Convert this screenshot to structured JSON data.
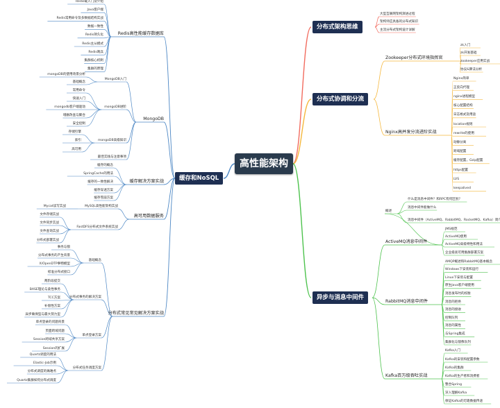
{
  "root": "高性能架构",
  "colors": {
    "arch": "#f26b5e",
    "dist": "#f5b73c",
    "async": "#4cc24c",
    "cache": "#4b86c4",
    "node_bg": "#1e2f52"
  },
  "branches": {
    "arch": {
      "label": "分布式架构思维",
      "items": [
        "大型互联网架构演进过程",
        "架构师应具备的分布式知识",
        "主流分布式架构设计详解"
      ]
    },
    "dist": {
      "label": "分布式协调和分流",
      "zk": {
        "label": "Zookeeper分布式环境指挥官",
        "items": [
          "zk入门",
          "zk开发基础",
          "zookeeper应用实战",
          "协议&算法分析"
        ]
      },
      "nginx": {
        "label": "Nginx高并发分流进阶实战",
        "items": [
          "Nginx简单",
          "正反向代理",
          "nginx进程模型",
          "核心配置结构",
          "日志格式及用途",
          "location规则",
          "rewrite的使用",
          "动静分离",
          "跨域配置",
          "缓存配置，Gzip配置",
          "https配置",
          "LVS",
          "keepalived"
        ]
      }
    },
    "async": {
      "label": "异步与消息中间件",
      "activemq": {
        "label": "ActiveMQ消息中间件",
        "overview": "概述",
        "overview_items": [
          "什么是消息中间件？和RPC有何区别？",
          "消息中间件能做什么",
          "消息中间件（ActiveMQ、RabbitMQ、RocketMQ、Kafka）简介及对比"
        ],
        "items": [
          "JMS规范",
          "ActiveMQ使用",
          "ActiveMQ高级特性和用法",
          "企业级高可用集群部署方案"
        ]
      },
      "rabbitmq": {
        "label": "RabbitMQ消息中间件",
        "items": [
          "AMQP概述和RabbitMQ基本概念",
          "Windows下安装和运行",
          "Linux下安装与配置",
          "原生Java客户端使用",
          "消息发布时的权衡",
          "消息的拒绝",
          "消息的接收",
          "控制队列",
          "消息的属性",
          "与Spring集成",
          "集群化与镜像队列"
        ]
      },
      "kafka": {
        "label": "Kafka百万级吞吐实战",
        "items": [
          "Kafka入门",
          "Kafka的安装和配置参数",
          "Kafka的集群",
          "Kafka的生产者和消费者",
          "整合Spring",
          "深入理解Kafka",
          "保证Kafka的可靠数据传递"
        ]
      }
    },
    "cache": {
      "label": "缓存和NoSQL",
      "redis": {
        "label": "Redis高性能缓存数据库",
        "items": [
          "Redis载入门及介绍",
          "Java客户端",
          "Redis常用命令及多数据结构实战",
          "数据一致性",
          "Redis持久化",
          "Redis主从模式",
          "Redis哨兵",
          "集群核心机制",
          "集群的原理"
        ]
      },
      "mongo": {
        "label": "MongoDB",
        "intro": "MongoDB入门",
        "intro_items": [
          "mongoDB的使用场景分析",
          "基础概念"
        ],
        "advanced": "mongoDB进阶",
        "advanced_items": [
          "常用命令",
          "快速入门",
          "mongodb客户端驱动",
          "增删改查与聚合",
          "安全控制"
        ],
        "high": "mongoDB高级知识",
        "high_items": [
          "存储引擎",
          "索引",
          "高可用"
        ],
        "best": "最佳实践与注意事项"
      },
      "cache_sol": {
        "label": "缓存解决方案实战",
        "items": [
          "缓存的概念",
          "SpringCache的用法",
          "缓存的一致性解决",
          "缓存穿透方案",
          "缓存雪崩方案"
        ]
      },
      "ha": {
        "label": "高可用数据服务",
        "mysql": "MySQL高性能架构实战",
        "mysql_items": [
          "Mycat读写实战"
        ],
        "fastdfs": "FastDFS分布式文件系统实战",
        "fastdfs_items": [
          "文件存储实战",
          "文件同步实战",
          "文件查询实战",
          "分布式部署实战"
        ]
      },
      "dsol": {
        "label": "分布式常见常见解决方案实战",
        "basic": "基础概念",
        "basic_items": [
          "事务与锁",
          "分布式事务的产生背景",
          "X/OpenDTP事物模型",
          "标准分布式接口"
        ],
        "tx": "分布式事务的解决方案",
        "tx_items": [
          "两阶段提交",
          "BASE理论与柔性事务",
          "TCC方案",
          "补偿性方案",
          "异步确保型与最大努力型"
        ],
        "sso": "单点登录方案",
        "sso_items": [
          "单点登录的问题背景",
          "页面跨域问题",
          "Session跨域共享方案",
          "Session的扩展"
        ],
        "job": "分布式任务调度方案",
        "job_items": [
          "Quartz调度的用法",
          "Elastic-Job示例",
          "分布式调度的痛难点",
          "Quartz集群如何分布式调度"
        ]
      }
    }
  }
}
